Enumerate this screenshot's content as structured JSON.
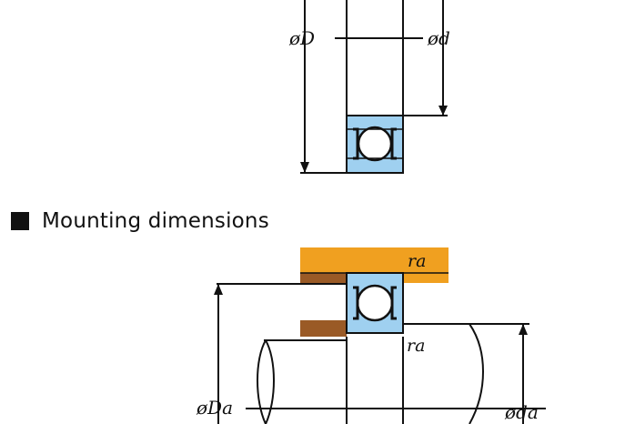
{
  "diagram": {
    "top": {
      "label_outer_diameter": "øD",
      "label_bore_diameter": "ød"
    },
    "section": {
      "title": "Mounting dimensions"
    },
    "mounting": {
      "label_fillet_housing": "ra",
      "label_fillet_shaft": "ra",
      "label_housing_shoulder": "øDa",
      "label_shaft_shoulder": "øda"
    }
  },
  "colors": {
    "bearing_fill": "#9fd0f0",
    "housing_fill": "#f0a020",
    "shoulder_fill": "#9a5a26",
    "line": "#111111"
  }
}
